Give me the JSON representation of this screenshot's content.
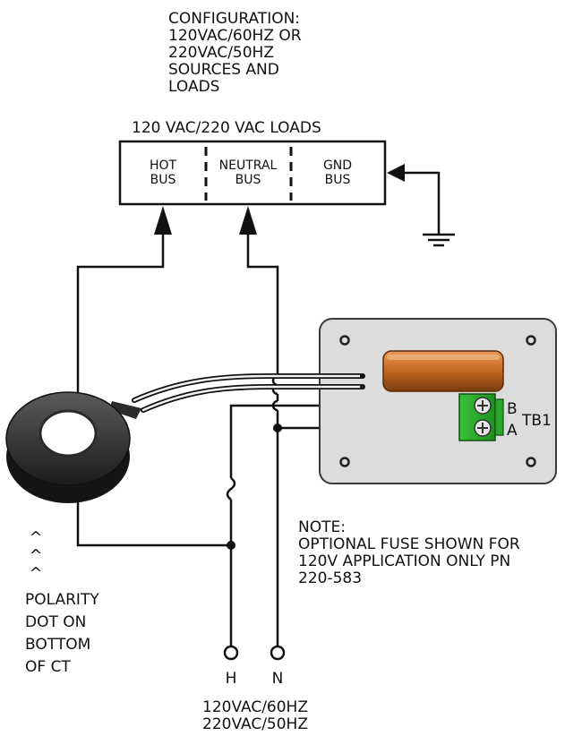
{
  "config": {
    "lines": [
      "CONFIGURATION:",
      "120VAC/60HZ OR",
      "220VAC/50HZ",
      "SOURCES AND",
      "LOADS"
    ]
  },
  "loads": {
    "title": "120 VAC/220 VAC LOADS",
    "hot": [
      "HOT",
      "BUS"
    ],
    "neutral": [
      "NEUTRAL",
      "BUS"
    ],
    "gnd": [
      "GND",
      "BUS"
    ]
  },
  "terminal_block": {
    "name": "TB1",
    "terminal_b": "B",
    "terminal_a": "A"
  },
  "note": {
    "lines": [
      "NOTE:",
      "OPTIONAL FUSE SHOWN FOR",
      "120V  APPLICATION ONLY PN",
      "220-583"
    ]
  },
  "polarity": {
    "arrows": [
      "^",
      "^",
      "^"
    ],
    "lines": [
      "POLARITY",
      "DOT ON",
      "BOTTOM",
      "OF CT"
    ]
  },
  "source": {
    "hot_label": "H",
    "neutral_label": "N",
    "lines": [
      "120VAC/60HZ",
      "220VAC/50HZ"
    ]
  }
}
